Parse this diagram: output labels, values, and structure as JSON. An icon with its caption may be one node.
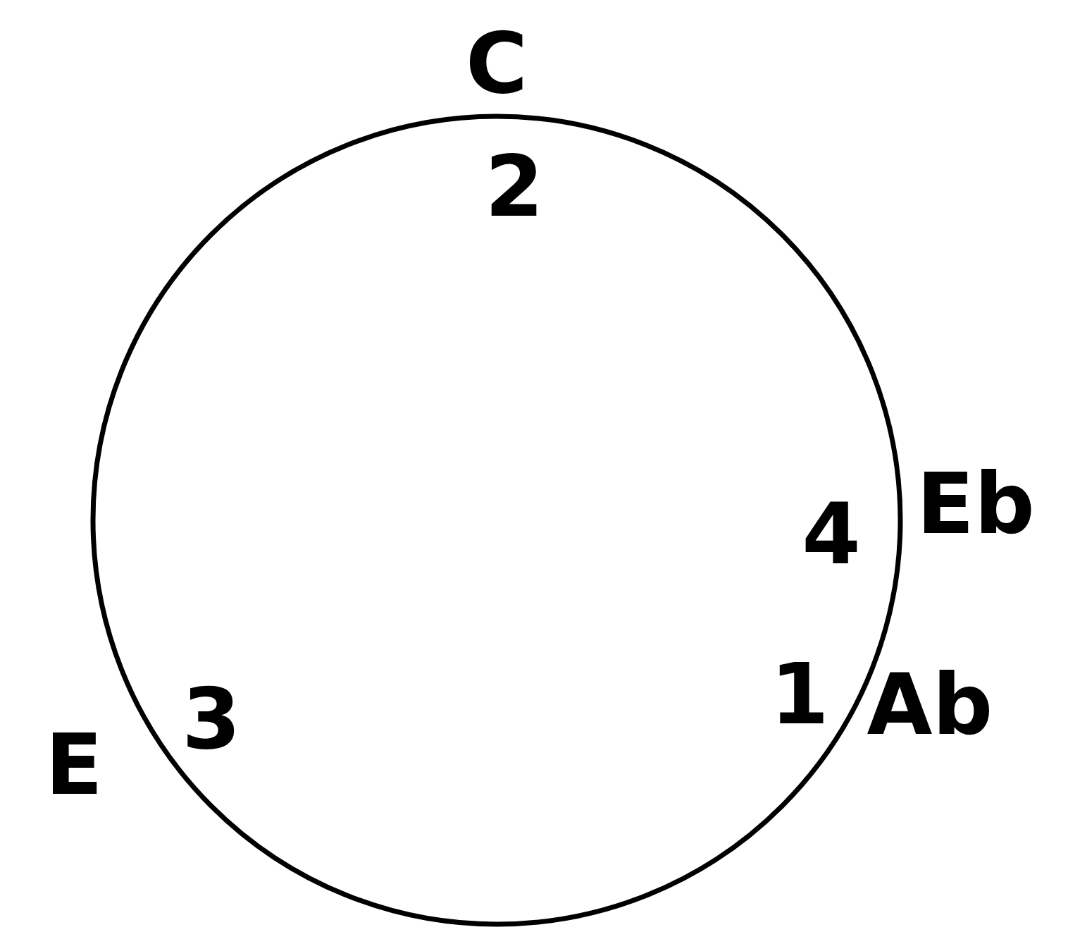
{
  "diagram": {
    "labels": [
      "C",
      "2",
      "4",
      "Eb",
      "1",
      "Ab",
      "E",
      "3"
    ]
  }
}
